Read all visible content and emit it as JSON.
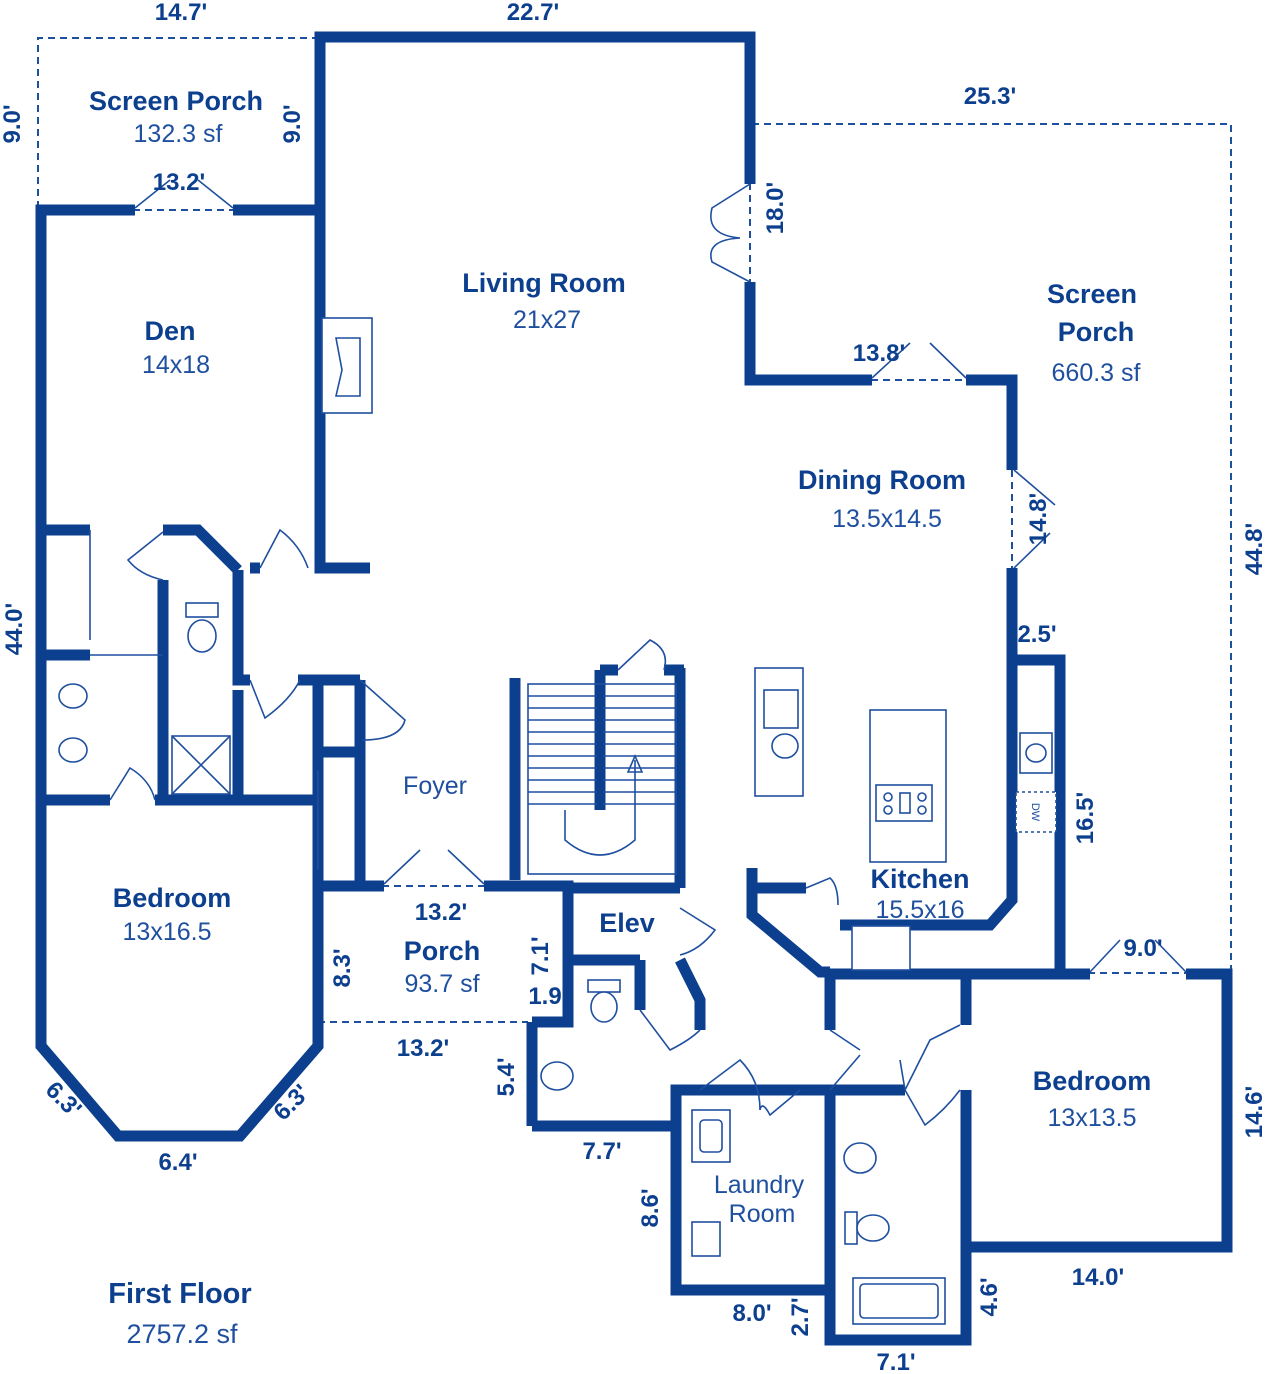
{
  "floor": {
    "name": "First Floor",
    "area": "2757.2 sf"
  },
  "colors": {
    "wall": "#0d3f8f",
    "line": "#1f4f9f",
    "background": "#ffffff"
  },
  "rooms": {
    "screen_porch_small": {
      "name": "Screen Porch",
      "size": "132.3 sf"
    },
    "living_room": {
      "name": "Living Room",
      "size": "21x27"
    },
    "den": {
      "name": "Den",
      "size": "14x18"
    },
    "screen_porch_large": {
      "name_line1": "Screen",
      "name_line2": "Porch",
      "size": "660.3 sf"
    },
    "dining_room": {
      "name": "Dining Room",
      "size": "13.5x14.5"
    },
    "foyer": {
      "name": "Foyer"
    },
    "kitchen": {
      "name": "Kitchen",
      "size": "15.5x16"
    },
    "bedroom_left": {
      "name": "Bedroom",
      "size": "13x16.5"
    },
    "porch": {
      "name": "Porch",
      "size": "93.7 sf"
    },
    "elevator": {
      "name": "Elev"
    },
    "laundry": {
      "name_line1": "Laundry",
      "name_line2": "Room"
    },
    "bedroom_right": {
      "name": "Bedroom",
      "size": "13x13.5"
    }
  },
  "fixtures": {
    "dishwasher": "DW"
  },
  "dimensions": {
    "top_left_width": "14.7'",
    "top_width": "22.7'",
    "porch_left_height": "9.0'",
    "porch_right_height": "9.0'",
    "porch_bottom_width": "13.2'",
    "large_porch_width": "25.3'",
    "living_door_height": "18.0'",
    "dining_door_width": "13.8'",
    "dining_side_height": "14.8'",
    "large_porch_height": "44.8'",
    "left_height": "44.0'",
    "jog_width": "2.5'",
    "kitchen_height": "16.5'",
    "foyer_porch_width": "13.2'",
    "porch_left_depth": "8.3'",
    "porch_right_depth": "7.1'",
    "bath_offset": "1.9",
    "bath_height": "5.4'",
    "bath_width": "7.7'",
    "bedroom_right_door_width": "9.0'",
    "bedroom_right_height": "14.6'",
    "laundry_height": "8.6'",
    "laundry_width": "8.0'",
    "laundry_offset": "2.7'",
    "bath_right_offset": "4.6'",
    "bedroom_right_width": "14.0'",
    "bath_bottom_width": "7.1'",
    "angle_left": "6.3'",
    "angle_right": "6.3'",
    "bedroom_bottom_width": "6.4'"
  }
}
